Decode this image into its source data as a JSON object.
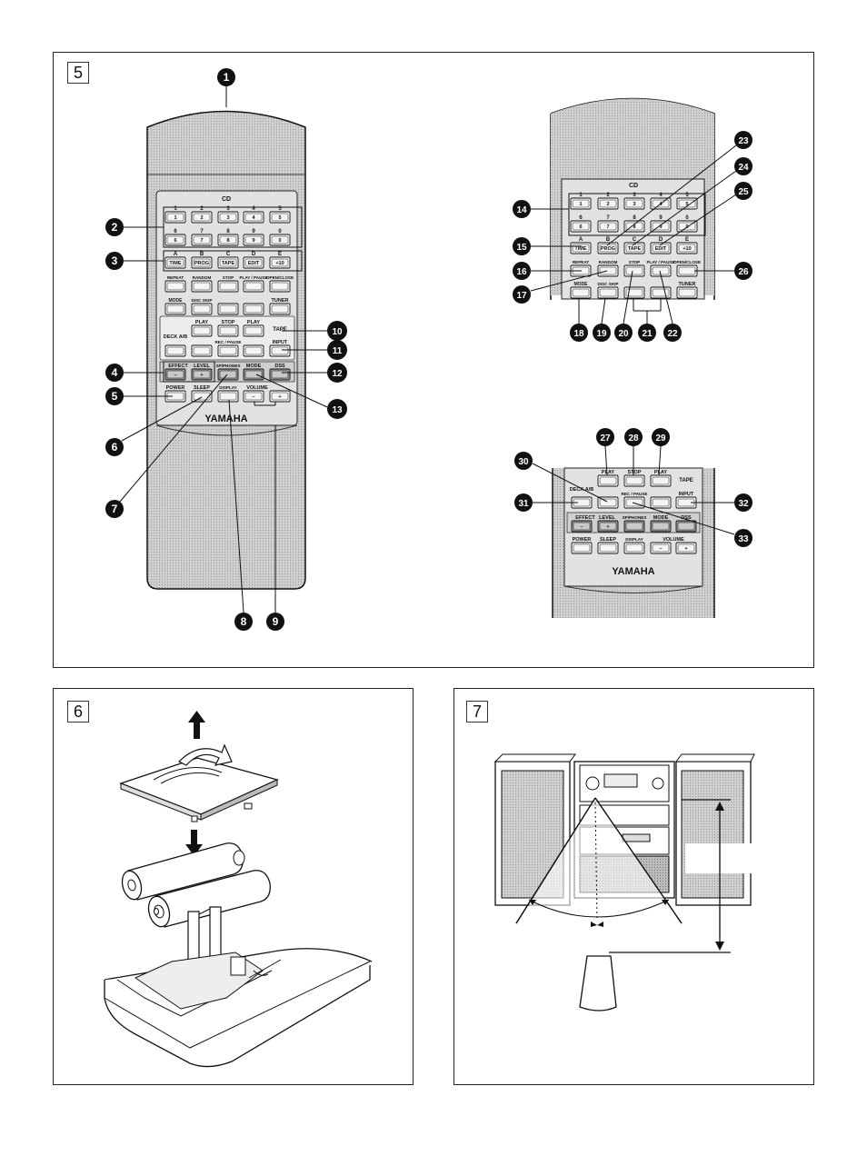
{
  "figures": [
    {
      "number": "5"
    },
    {
      "number": "6"
    },
    {
      "number": "7"
    }
  ],
  "remote": {
    "brand": "YAMAHA",
    "section_cd": "CD",
    "digit_top_labels": [
      "1",
      "2",
      "3",
      "4",
      "5",
      "6",
      "7",
      "8",
      "9",
      "0"
    ],
    "digit_button_labels": [
      "1",
      "2",
      "3",
      "4",
      "5",
      "6",
      "7",
      "8",
      "9",
      "0"
    ],
    "letter_labels": [
      "A",
      "B",
      "C",
      "D",
      "E"
    ],
    "letter_button_labels": [
      "TIME",
      "PROG",
      "TAPE",
      "EDIT",
      "+10"
    ],
    "cd_func_labels": [
      "REPEAT",
      "RANDOM",
      "STOP",
      "PLAY / PAUSE",
      "OPEN/CLOSE"
    ],
    "cd_func2_labels": [
      "MODE",
      "DISC SKIP",
      "TUNER"
    ],
    "tape_labels": [
      "PLAY",
      "STOP",
      "PLAY",
      "TAPE"
    ],
    "deck_label": "DECK A/B",
    "rec_pause": "REC / PAUSE",
    "input": "INPUT",
    "effect": "EFFECT",
    "level": "LEVEL",
    "sp_phones": "SP/PHONES",
    "mode": "MODE",
    "dsp": "DSS",
    "power": "POWER",
    "sleep": "SLEEP",
    "display": "DISPLAY",
    "volume": "VOLUME",
    "minus": "–",
    "plus": "+"
  },
  "callouts_left": [
    "1",
    "2",
    "3",
    "4",
    "5",
    "6",
    "7",
    "8",
    "9",
    "10",
    "11",
    "12",
    "13"
  ],
  "callouts_right_top": [
    "14",
    "15",
    "16",
    "17",
    "18",
    "19",
    "20",
    "21",
    "22",
    "23",
    "24",
    "25",
    "26"
  ],
  "callouts_right_bottom": [
    "27",
    "28",
    "29",
    "30",
    "31",
    "32",
    "33"
  ]
}
